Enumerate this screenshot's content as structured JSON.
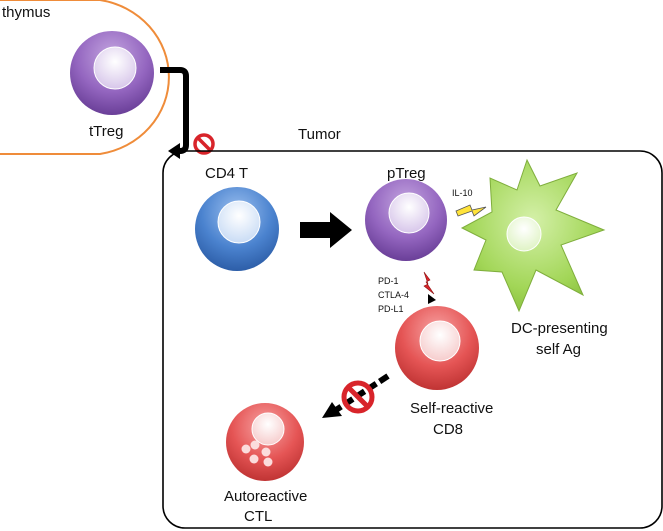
{
  "labels": {
    "thymus": "thymus",
    "ttreg": "tTreg",
    "tumor": "Tumor",
    "cd4t": "CD4 T",
    "ptreg": "pTreg",
    "il10": "IL-10",
    "checkpoints": [
      "PD-1",
      "CTLA-4",
      "PD-L1"
    ],
    "dc_line1": "DC-presenting",
    "dc_line2": "self Ag",
    "self_reactive_line1": "Self-reactive",
    "self_reactive_line2": "CD8",
    "autoreactive_line1": "Autoreactive",
    "autoreactive_line2": "CTL"
  },
  "colors": {
    "thymus_border": "#ef8c3a",
    "treg": "#8a5cb4",
    "cd4": "#3f78c8",
    "dc": "#9bd34c",
    "cd8": "#e24a4a",
    "inhibit": "#d8242a",
    "signal": "#ffe33a"
  },
  "icons": [
    "no-sign-icon",
    "lightning-icon",
    "arrow-icon"
  ]
}
